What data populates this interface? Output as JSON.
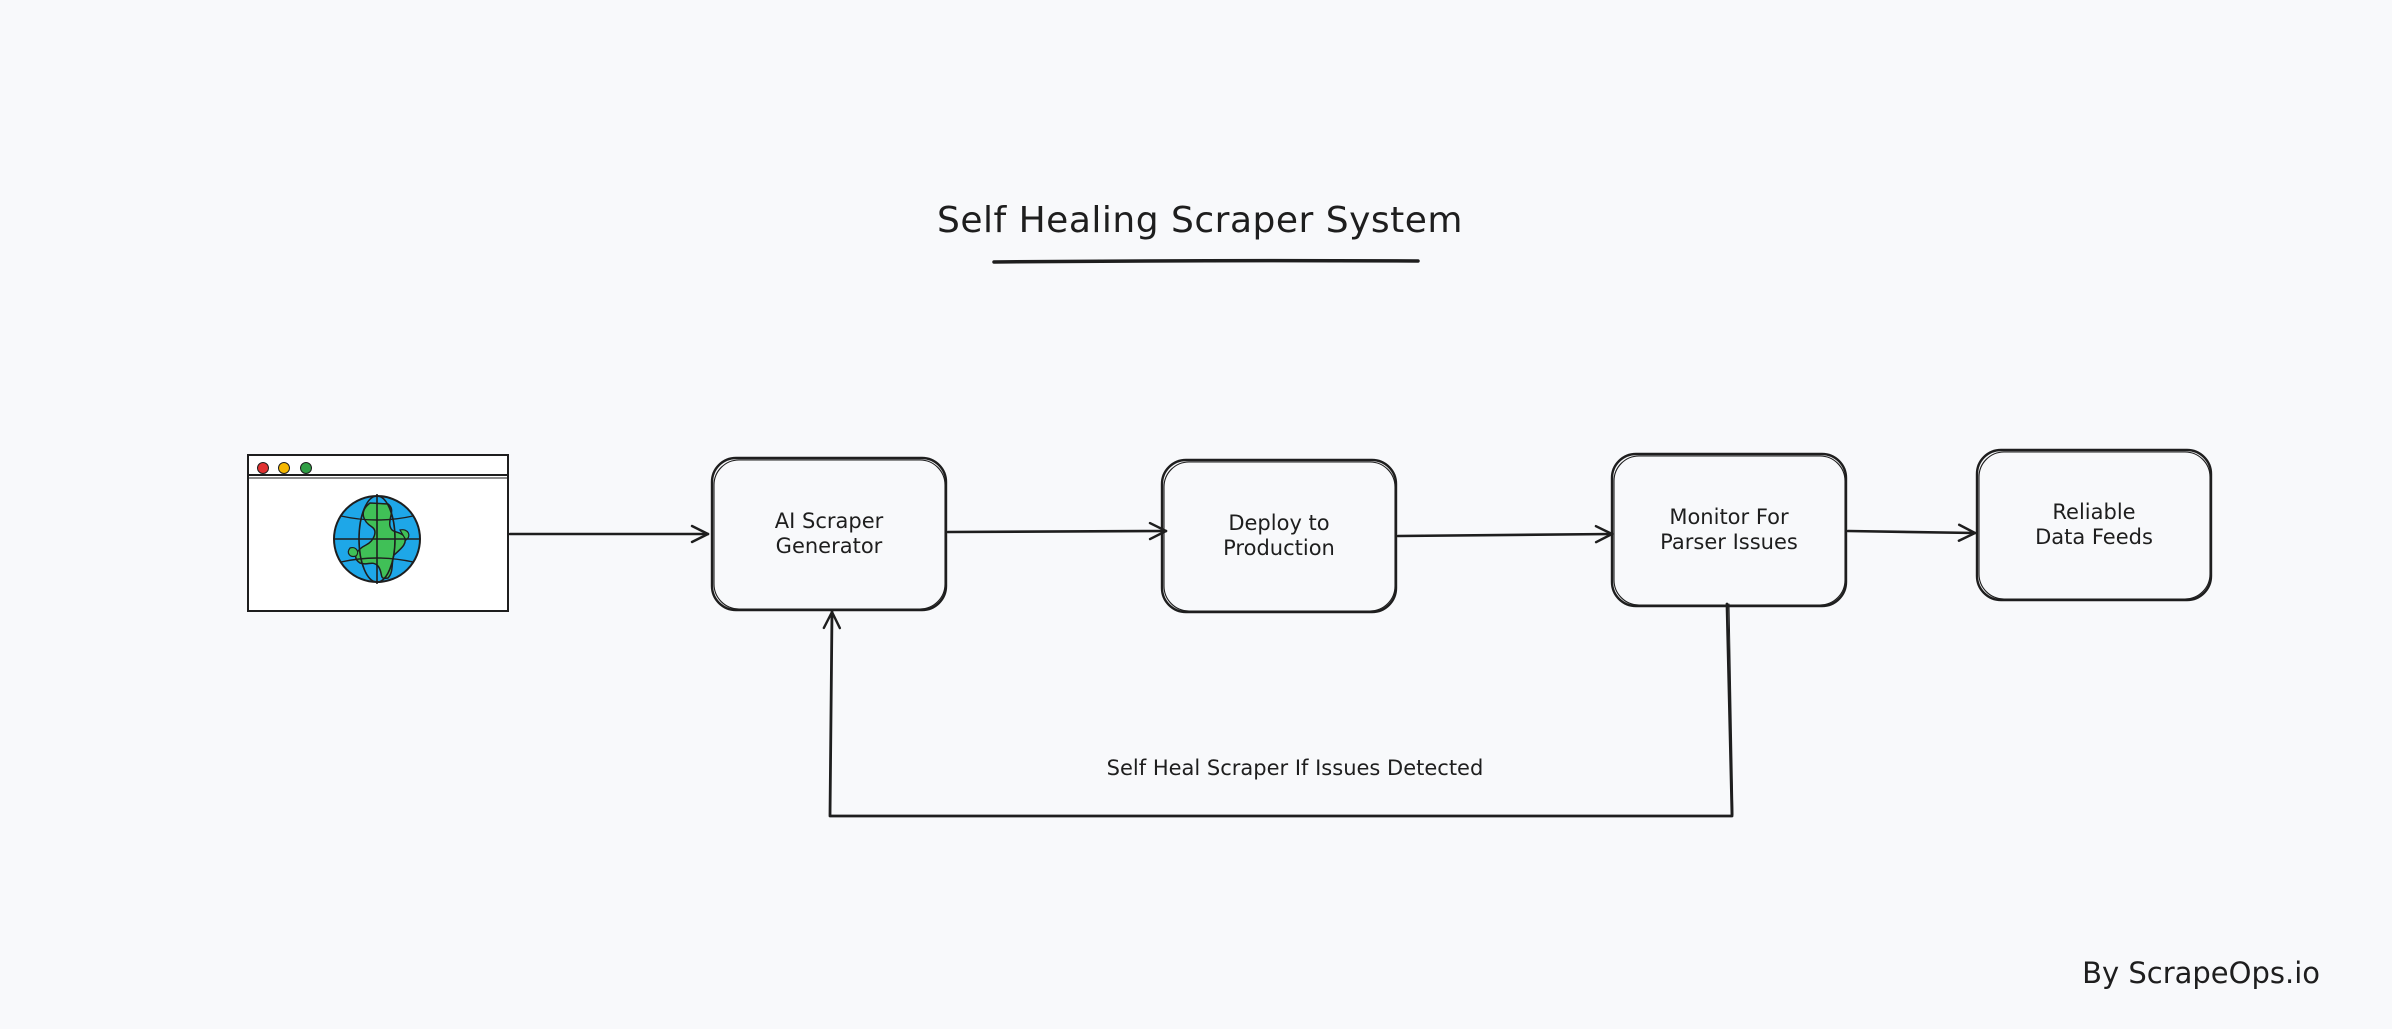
{
  "diagram": {
    "title": "Self Healing Scraper System",
    "source_icon": "browser-window-globe-icon",
    "nodes": [
      {
        "id": "generator",
        "label": "AI Scraper\nGenerator"
      },
      {
        "id": "deploy",
        "label": "Deploy to\nProduction"
      },
      {
        "id": "monitor",
        "label": "Monitor For\nParser Issues"
      },
      {
        "id": "feeds",
        "label": "Reliable\nData Feeds"
      }
    ],
    "edges": [
      {
        "from": "source",
        "to": "generator"
      },
      {
        "from": "generator",
        "to": "deploy"
      },
      {
        "from": "deploy",
        "to": "monitor"
      },
      {
        "from": "monitor",
        "to": "feeds"
      },
      {
        "from": "monitor",
        "to": "generator",
        "label": "Self Heal Scraper If Issues Detected"
      }
    ],
    "credit": "By ScrapeOps.io",
    "colors": {
      "background": "#f8f9fb",
      "stroke": "#1e1e1e",
      "globe_ocean": "#1ea7e8",
      "globe_land": "#40c057",
      "dot_red": "#e03131",
      "dot_yellow": "#f5b700",
      "dot_green": "#2f9e44"
    }
  }
}
